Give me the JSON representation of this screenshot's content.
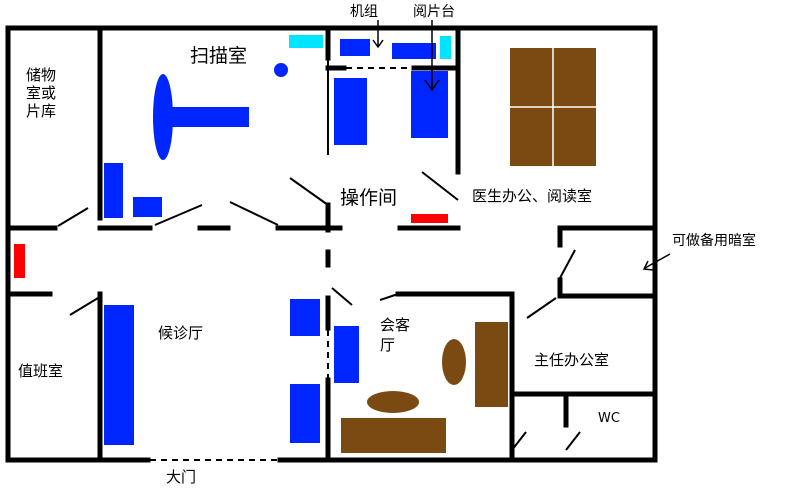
{
  "colors": {
    "wall": "#000000",
    "equipment": "#0026ff",
    "furniture": "#7a4a12",
    "cyan": "#00e5ff",
    "red": "#ff0000"
  },
  "rooms": {
    "storage_line1": "储物",
    "storage_line2": "室或",
    "storage_line3": "片库",
    "scan_room": "扫描室",
    "unit_label": "机组",
    "film_viewer_label": "阅片台",
    "operation_room": "操作间",
    "doctor_office": "医生办公、阅读室",
    "darkroom_note": "可做备用暗室",
    "waiting_hall": "候诊厅",
    "reception_line1": "会客",
    "reception_line2": "厅",
    "duty_room": "值班室",
    "director_office": "主任办公室",
    "wc": "WC",
    "main_gate": "大门"
  }
}
